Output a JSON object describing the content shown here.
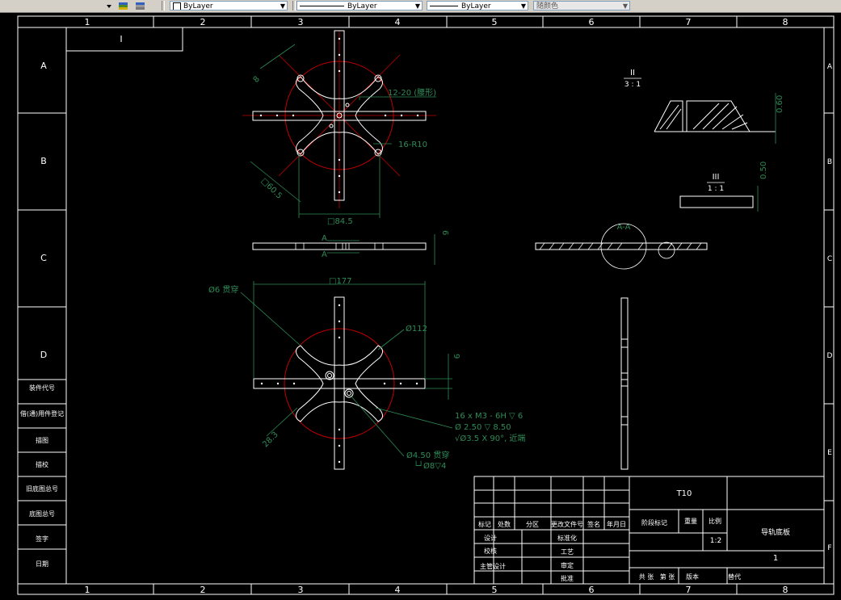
{
  "toolbar": {
    "color_control": "ByLayer",
    "linetype_control": "ByLayer",
    "lineweight_control": "ByLayer",
    "plotstyle_control": "随颜色",
    "icons": [
      "dropdown-arrow-icon",
      "layer-states-icon",
      "layer-previous-icon"
    ]
  },
  "drawing": {
    "grid_columns": [
      "1",
      "2",
      "3",
      "4",
      "5",
      "6",
      "7",
      "8"
    ],
    "grid_rows": [
      "A",
      "B",
      "C",
      "D",
      "E",
      "F"
    ],
    "corner_label": "I",
    "left_strip": [
      "装件代号",
      "借(通)用件登记",
      "描图",
      "描校",
      "旧底图总号",
      "底图总号",
      "签字",
      "日期"
    ],
    "views": {
      "top": {
        "dim_8": "8",
        "dim_slot": "12-20 (腰形)",
        "dim_radius": "16-R10",
        "dim_diag": "□60.5",
        "dim_width": "□84.5"
      },
      "side": {
        "section_label_left": "A",
        "section_label_right": "A",
        "dim_6": "6"
      },
      "bottom": {
        "dim_hole": "Ø6 贯穿",
        "dim_outer": "□177",
        "dim_circle": "Ø112",
        "dim_9": "9",
        "dim_thread1": "16 x  M3 - 6H ▽ 6",
        "dim_thread2": "Ø 2.50 ▽ 8.50",
        "dim_thread3": "√Ø3.5 X 90°, 近端",
        "dim_28": "28.3",
        "dim_center1": "Ø4.50 贯穿",
        "dim_center2": "└┘Ø8▽4"
      },
      "detail2": {
        "label": "II",
        "scale": "3 : 1",
        "dim": "0.60"
      },
      "detail3": {
        "label": "III",
        "scale": "1 : 1",
        "dim": "0.50"
      },
      "section": {
        "label": "A-A"
      }
    },
    "title_block": {
      "material": "T10",
      "part_name": "导轨底板",
      "scale_header": "比例",
      "weight_header": "重量",
      "stage_header": "阶段标记",
      "scale_value": "1:2",
      "sheet": "1",
      "row_labels": [
        "标记",
        "处数",
        "分区",
        "更改文件号",
        "签名",
        "年月日"
      ],
      "roles_left": [
        "设计",
        "校核",
        "主管设计"
      ],
      "roles_mid": [
        "标准化",
        "工艺",
        "审定",
        "批准"
      ],
      "footer": [
        "共  张",
        "第  张",
        "版本",
        "替代"
      ]
    }
  }
}
